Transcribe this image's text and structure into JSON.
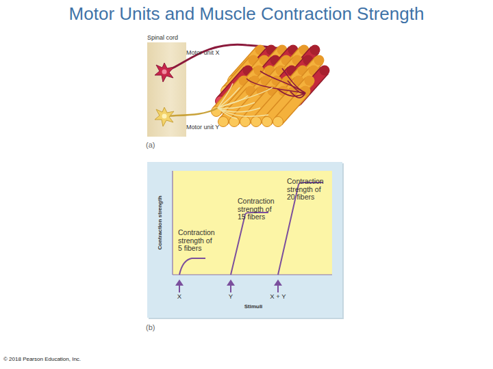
{
  "diagram": {
    "title": "Motor Units and Muscle Contraction Strength",
    "labels": [
      "Spinal cord",
      "Motor unit X",
      "Motor unit Y",
      "(a)",
      "Contraction strength",
      "Contraction strength of 5 fibers",
      "Contraction strength of 15 fibers",
      "Contraction strength of 20 fibers",
      "X",
      "Y",
      "X + Y",
      "Stimuli",
      "(b)",
      "© 2018 Pearson Education, Inc."
    ]
  }
}
